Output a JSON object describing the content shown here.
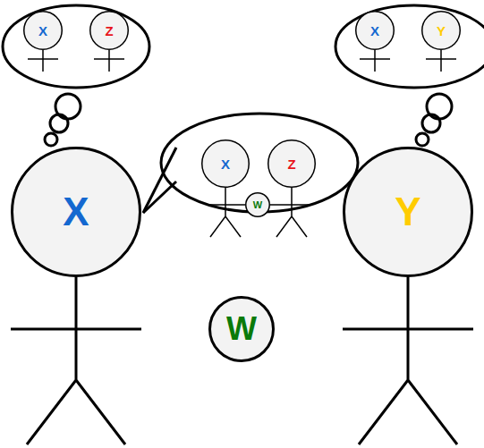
{
  "diagram": {
    "nodes": [
      {
        "text": [
          "X"
        ]
      },
      {
        "text": [
          "Z"
        ]
      },
      {
        "text": [
          "X"
        ]
      },
      {
        "text": [
          "Y"
        ]
      },
      {
        "text": [
          "X"
        ]
      },
      {
        "text": [
          "Z"
        ]
      },
      {
        "text": [
          "W"
        ]
      },
      {
        "text": [
          "X"
        ]
      },
      {
        "text": [
          "Y"
        ]
      },
      {
        "text": [
          "W"
        ]
      }
    ]
  }
}
